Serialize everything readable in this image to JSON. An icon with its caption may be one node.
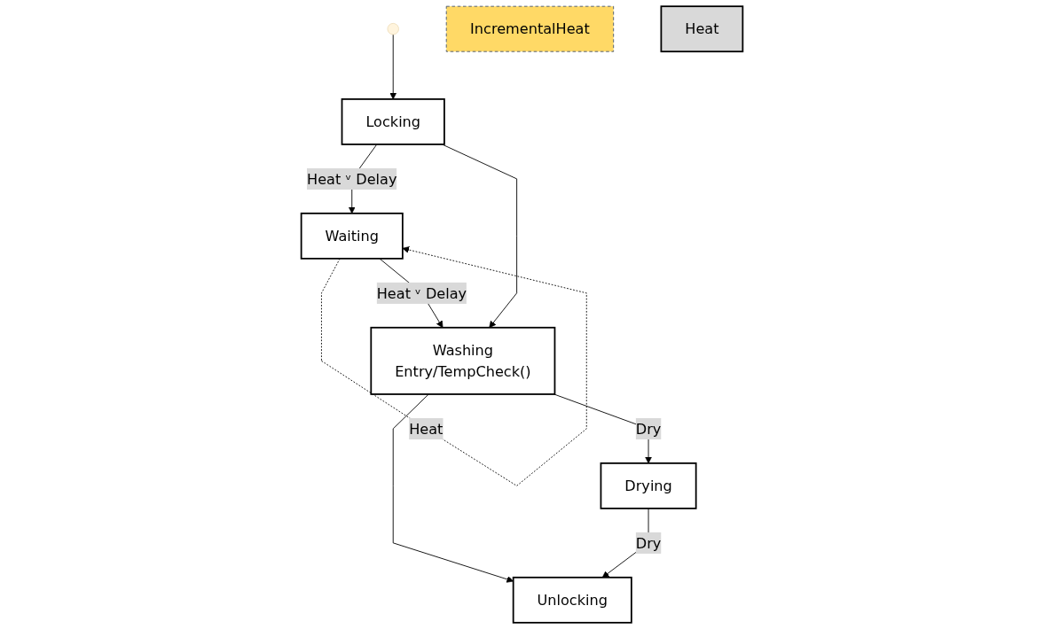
{
  "diagram": {
    "nodes": [
      {
        "text": [],
        "shape": "circle"
      },
      {
        "text": [
          "Locking"
        ]
      },
      {
        "text": [
          "Waiting"
        ]
      },
      {
        "text": [
          "Washing",
          "Entry/TempCheck()"
        ]
      },
      {
        "text": [
          "Unlocking"
        ]
      },
      {
        "text": [
          "Drying"
        ]
      },
      {
        "text": [
          "IncrementalHeat"
        ]
      },
      {
        "text": [
          "Heat"
        ]
      }
    ],
    "edges": [
      {
        "from": 0,
        "to": 1,
        "arrow": "to"
      },
      {
        "from": 1,
        "to": 2,
        "arrow": "to",
        "label": "Heat ᵛ Delay"
      },
      {
        "from": 2,
        "to": 2,
        "arrow": "to",
        "label": "Heat",
        "style": "dashed"
      },
      {
        "from": 2,
        "to": 3,
        "arrow": "to",
        "label": "Heat ᵛ Delay"
      },
      {
        "from": 1,
        "to": 3,
        "arrow": "to"
      },
      {
        "from": 3,
        "to": 4,
        "arrow": "to"
      },
      {
        "from": 3,
        "to": 5,
        "arrow": "to",
        "label": "Dry"
      },
      {
        "from": 5,
        "to": 4,
        "arrow": "to",
        "label": "Dry"
      }
    ]
  }
}
